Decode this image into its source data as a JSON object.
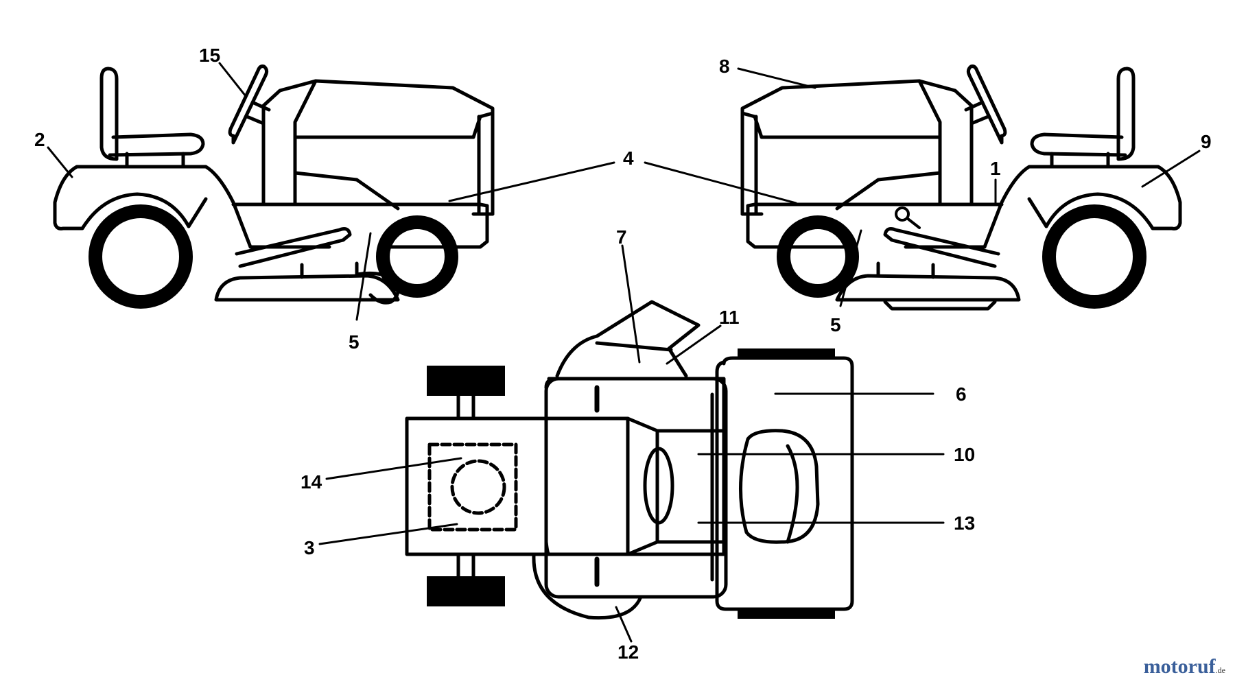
{
  "callouts": {
    "c1": "1",
    "c2": "2",
    "c3": "3",
    "c4": "4",
    "c5a": "5",
    "c5b": "5",
    "c6": "6",
    "c7": "7",
    "c8": "8",
    "c9": "9",
    "c10": "10",
    "c11": "11",
    "c12": "12",
    "c13": "13",
    "c14": "14",
    "c15": "15"
  },
  "watermark": {
    "brand": "motoruf",
    "suffix": ".de"
  },
  "colors": {
    "line": "#000000",
    "background": "#ffffff",
    "watermark": "#3a5f9a"
  }
}
